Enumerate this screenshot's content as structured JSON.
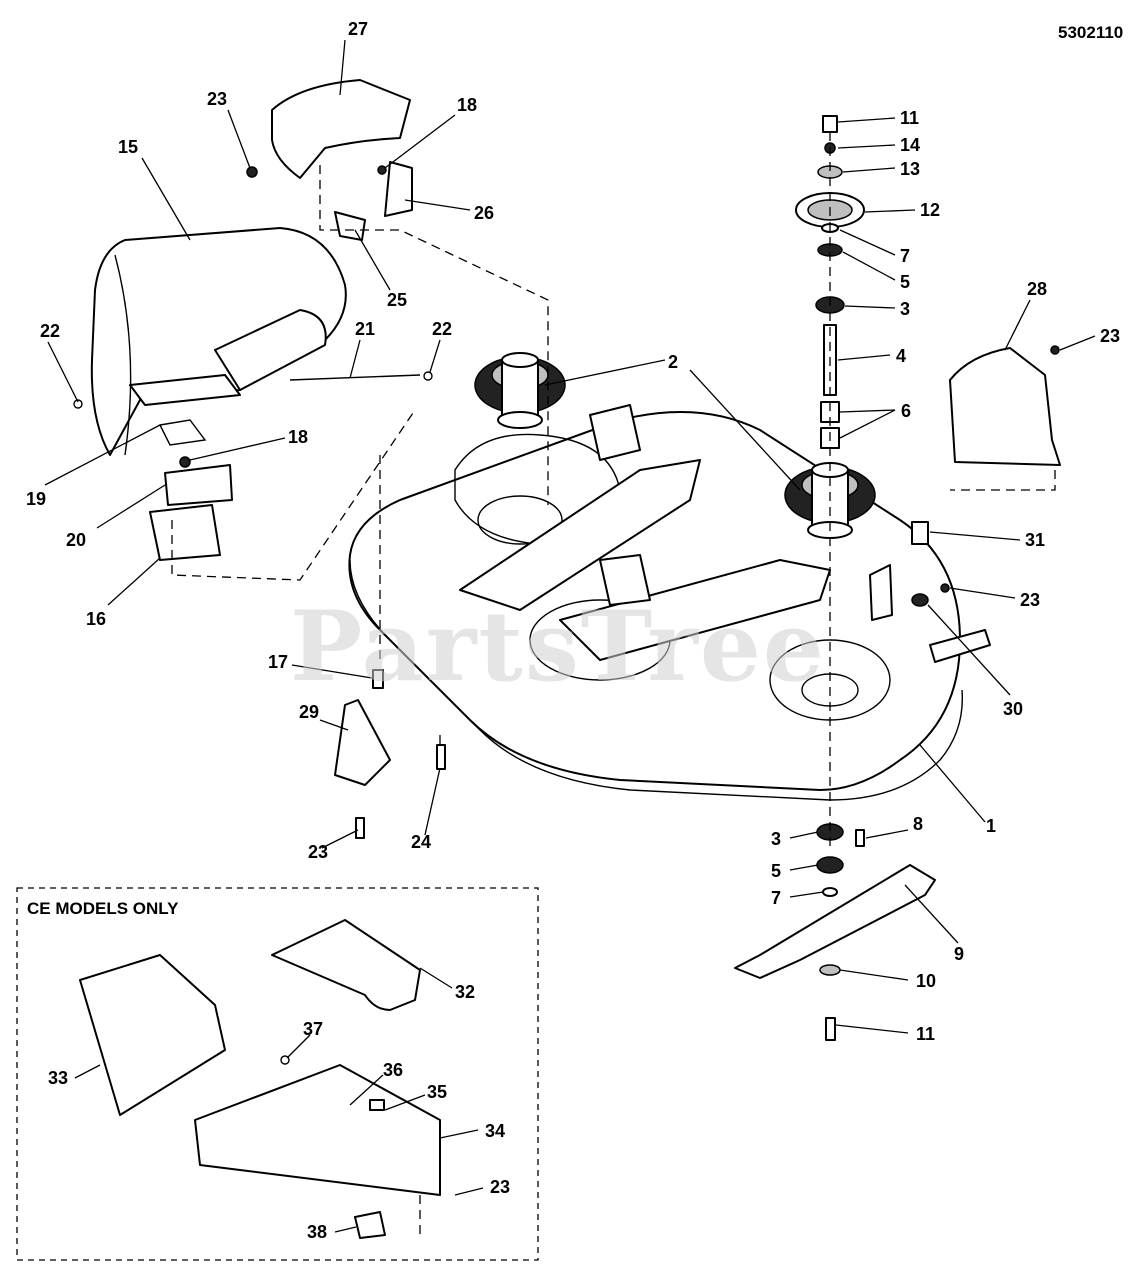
{
  "document_number": "5302110",
  "watermark": "PartsTree",
  "ce_box_title": "CE MODELS ONLY",
  "callouts": {
    "c27": "27",
    "c23a": "23",
    "c18a": "18",
    "c15": "15",
    "c26": "26",
    "c25": "25",
    "c22a": "22",
    "c21": "21",
    "c22b": "22",
    "c19": "19",
    "c18b": "18",
    "c20": "20",
    "c16": "16",
    "c2": "2",
    "c11a": "11",
    "c14": "14",
    "c13": "13",
    "c12": "12",
    "c7a": "7",
    "c5a": "5",
    "c3a": "3",
    "c4": "4",
    "c6": "6",
    "c28": "28",
    "c23b": "23",
    "c31": "31",
    "c23c": "23",
    "c30": "30",
    "c17": "17",
    "c29": "29",
    "c1": "1",
    "c23d": "23",
    "c24": "24",
    "c3b": "3",
    "c8": "8",
    "c5b": "5",
    "c7b": "7",
    "c9": "9",
    "c10": "10",
    "c11b": "11",
    "c32": "32",
    "c37": "37",
    "c36": "36",
    "c35": "35",
    "c33": "33",
    "c34": "34",
    "c23e": "23",
    "c38": "38"
  }
}
